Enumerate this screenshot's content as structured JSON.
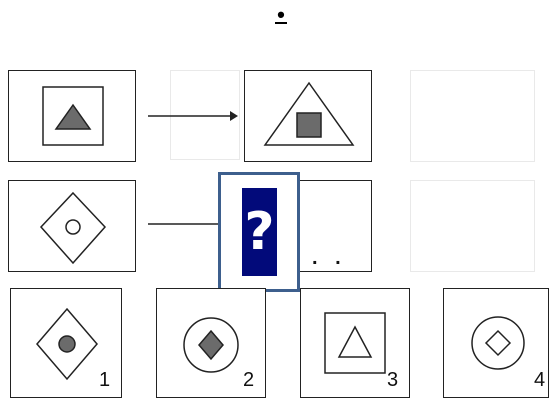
{
  "header": {
    "mark": "•"
  },
  "question": {
    "symbol": "?"
  },
  "options": [
    {
      "number": "1",
      "icon": "diamond-with-filled-circle-icon"
    },
    {
      "number": "2",
      "icon": "circle-with-filled-diamond-icon"
    },
    {
      "number": "3",
      "icon": "square-with-triangle-icon"
    },
    {
      "number": "4",
      "icon": "circle-with-diamond-icon"
    }
  ],
  "example": {
    "source_icon": "square-with-filled-triangle-icon",
    "target_icon": "triangle-with-filled-square-icon",
    "query_icon": "diamond-with-circle-icon"
  },
  "placeholder": {
    "dots": ". ."
  },
  "colors": {
    "fill_gray": "#6b6b6b",
    "question_bg": "#020a7a",
    "question_border": "#3d5f8d"
  }
}
